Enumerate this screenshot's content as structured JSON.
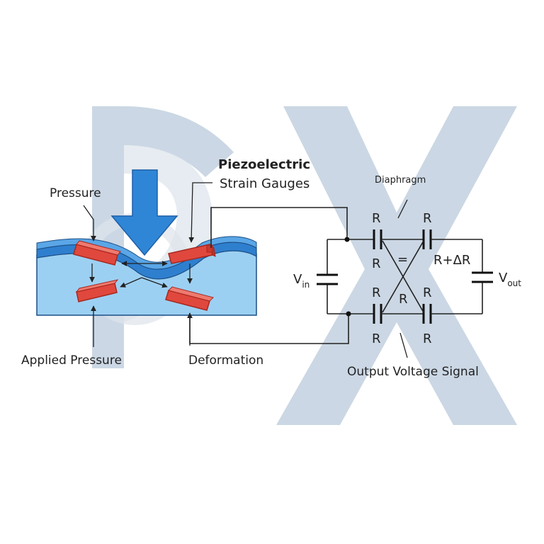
{
  "labels": {
    "title_line1": "Piezoelectric",
    "title_line2": "Strain Gauges",
    "pressure": "Pressure",
    "applied_pressure": "Applied Pressure",
    "deformation": "Deformation",
    "diaphragm": "Diaphragm",
    "output_voltage_signal": "Output Voltage Signal",
    "vin_main": "V",
    "vin_sub": "in",
    "vout_main": "V",
    "vout_sub": "out",
    "r_top_left_upper": "R",
    "r_top_left_lower": "R",
    "r_top_right_upper": "R",
    "r_top_right_delta": "R+ΔR",
    "r_bottom_left_upper": "R",
    "r_bottom_left_lower": "R",
    "r_bottom_right_upper": "R",
    "r_bottom_right_lower": "R",
    "r_center": "R",
    "equals": "="
  },
  "colors": {
    "watermark": "#c9d5e3",
    "arrow_blue": "#2f86d6",
    "arrow_blue_dark": "#1e5fa8",
    "fluid_light": "#9cd0f2",
    "membrane_blue": "#3a8fd9",
    "gauge_red": "#e0483d",
    "gauge_red_dark": "#a8281f"
  }
}
